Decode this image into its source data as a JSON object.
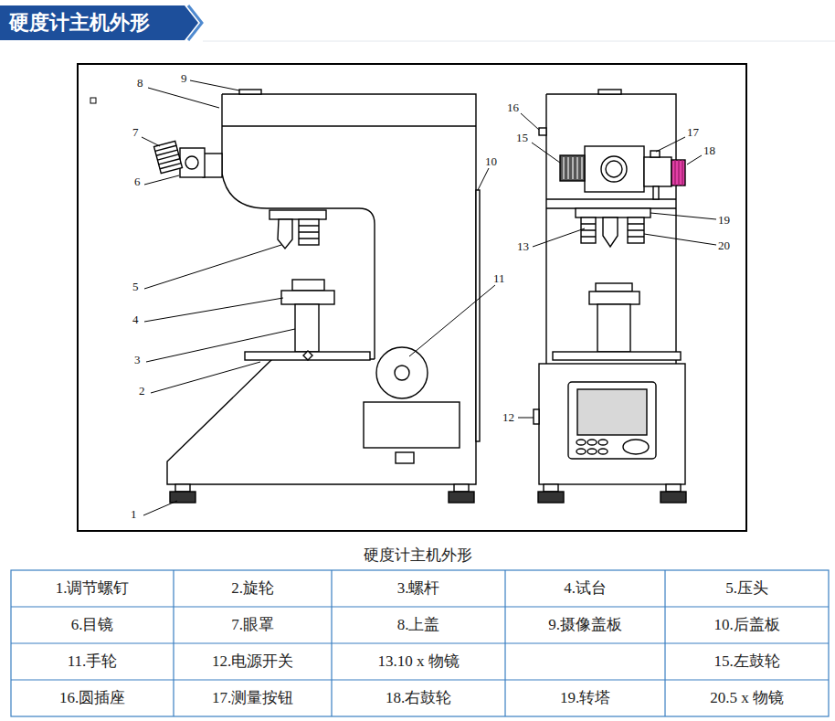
{
  "diagram": {
    "title": "硬度计主机外形",
    "caption": "硬度计主机外形",
    "labels": [
      "9",
      "8",
      "7",
      "6",
      "5",
      "4",
      "3",
      "2",
      "1",
      "10",
      "11",
      "16",
      "15",
      "17",
      "18",
      "19",
      "13",
      "20",
      "12",
      "1.调节螺钉",
      "2.旋轮",
      "3.螺杆",
      "4.试台",
      "5.压头",
      "6.目镜",
      "7.眼罩",
      "8.上盖",
      "9.摄像盖板",
      "10.后盖板",
      "11.手轮",
      "12.电源开关",
      "13.10 x 物镜",
      "15.左鼓轮",
      "16.圆插座",
      "17.测量按钮",
      "18.右鼓轮",
      "19.转塔",
      "20.5 x 物镜"
    ]
  }
}
